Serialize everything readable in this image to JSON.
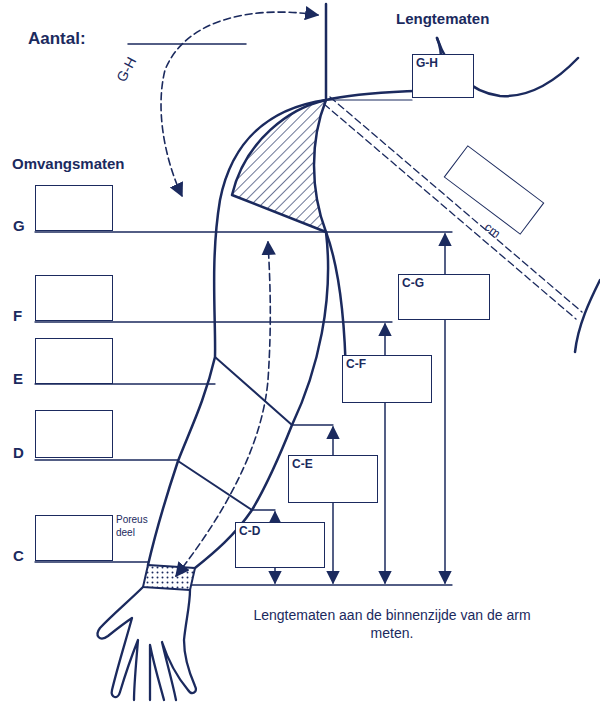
{
  "diagram": {
    "nodes": [
      {
        "text": [
          "G-H"
        ]
      },
      {
        "text": [
          "cm"
        ]
      },
      {
        "text": [
          "G"
        ]
      },
      {
        "text": [
          "C-G"
        ]
      },
      {
        "text": [
          "F"
        ]
      },
      {
        "text": [
          "C-F"
        ]
      },
      {
        "text": [
          "E"
        ]
      },
      {
        "text": [
          "D"
        ]
      },
      {
        "text": [
          "C-E"
        ]
      },
      {
        "text": [
          "C"
        ]
      },
      {
        "text": [
          "C-D"
        ]
      }
    ],
    "labels": [
      "Aantal:",
      "Lengtematen",
      "Omvangsmaten",
      "G-H",
      "Poreus deel",
      "Lengtematen aan de binnenzijde van de arm meten."
    ]
  }
}
